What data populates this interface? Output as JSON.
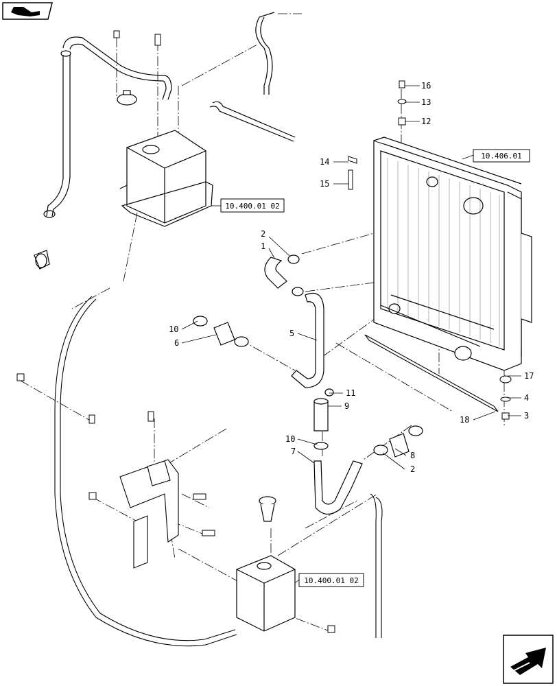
{
  "toolbar": {
    "top_left_icon": "book-page-icon",
    "bottom_right_icon": "next-page-arrow-icon"
  },
  "references": {
    "cooling_radiator": "10.406.01",
    "upper_expansion_tank": "10.400.01 02",
    "lower_expansion_tank": "10.400.01 02"
  },
  "callouts": {
    "c1": "1",
    "c2a": "2",
    "c2b": "2",
    "c3": "3",
    "c4": "4",
    "c5": "5",
    "c6": "6",
    "c7": "7",
    "c8": "8",
    "c9": "9",
    "c10a": "10",
    "c10b": "10",
    "c11": "11",
    "c12": "12",
    "c13": "13",
    "c14": "14",
    "c15": "15",
    "c16": "16",
    "c17": "17",
    "c18": "18"
  }
}
